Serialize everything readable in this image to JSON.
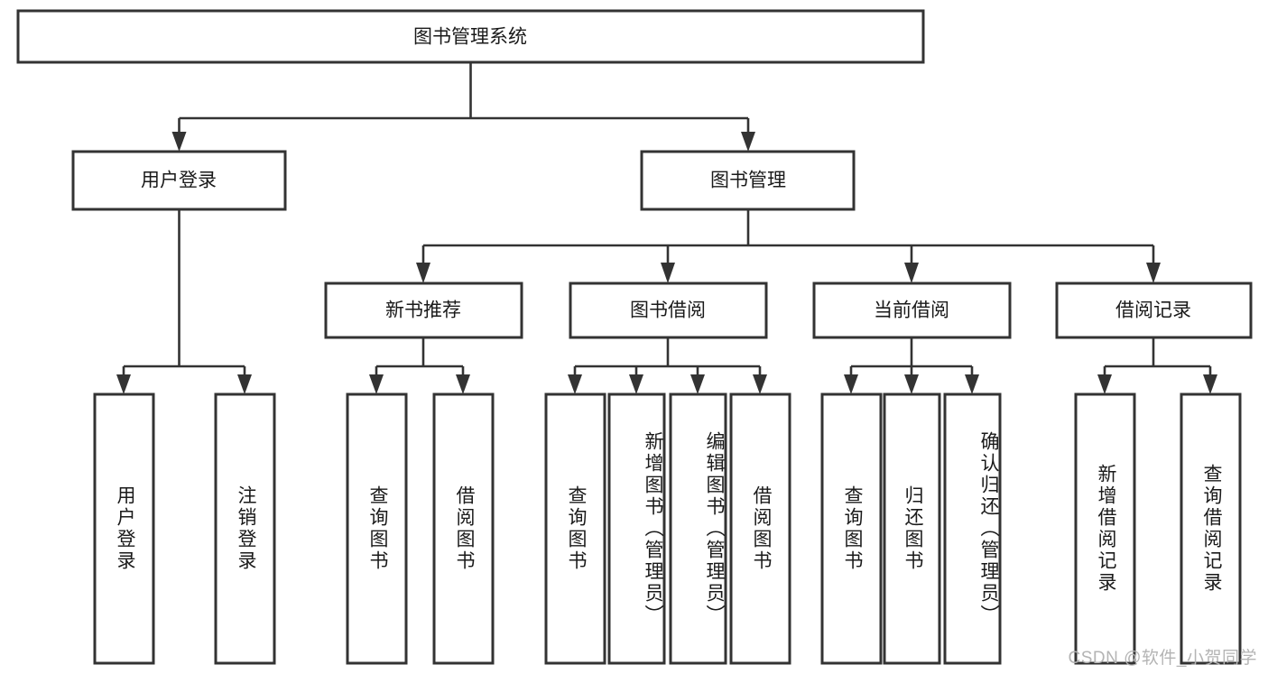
{
  "diagram": {
    "type": "tree",
    "title": "图书管理系统",
    "orientation": "top-down",
    "colors": {
      "box_stroke": "#333333",
      "box_fill": "#ffffff",
      "connector": "#333333",
      "text": "#1a1a1a",
      "watermark": "#b4b4b4",
      "background": "#ffffff"
    },
    "root": {
      "label": "图书管理系统"
    },
    "level1": [
      {
        "label": "用户登录"
      },
      {
        "label": "图书管理"
      }
    ],
    "level2": [
      {
        "label": "新书推荐"
      },
      {
        "label": "图书借阅"
      },
      {
        "label": "当前借阅"
      },
      {
        "label": "借阅记录"
      }
    ],
    "leaves": {
      "user_login": [
        {
          "label": "用户登录"
        },
        {
          "label": "注销登录"
        }
      ],
      "new_book_recommend": [
        {
          "label": "查询图书"
        },
        {
          "label": "借阅图书"
        }
      ],
      "book_borrow": [
        {
          "label": "查询图书"
        },
        {
          "label": "新增图书（管理员）"
        },
        {
          "label": "编辑图书（管理员）"
        },
        {
          "label": "借阅图书"
        }
      ],
      "current_borrow": [
        {
          "label": "查询图书"
        },
        {
          "label": "归还图书"
        },
        {
          "label": "确认归还（管理员）"
        }
      ],
      "borrow_record": [
        {
          "label": "新增借阅记录"
        },
        {
          "label": "查询借阅记录"
        }
      ]
    },
    "watermark": "CSDN @软件_小贺同学"
  }
}
